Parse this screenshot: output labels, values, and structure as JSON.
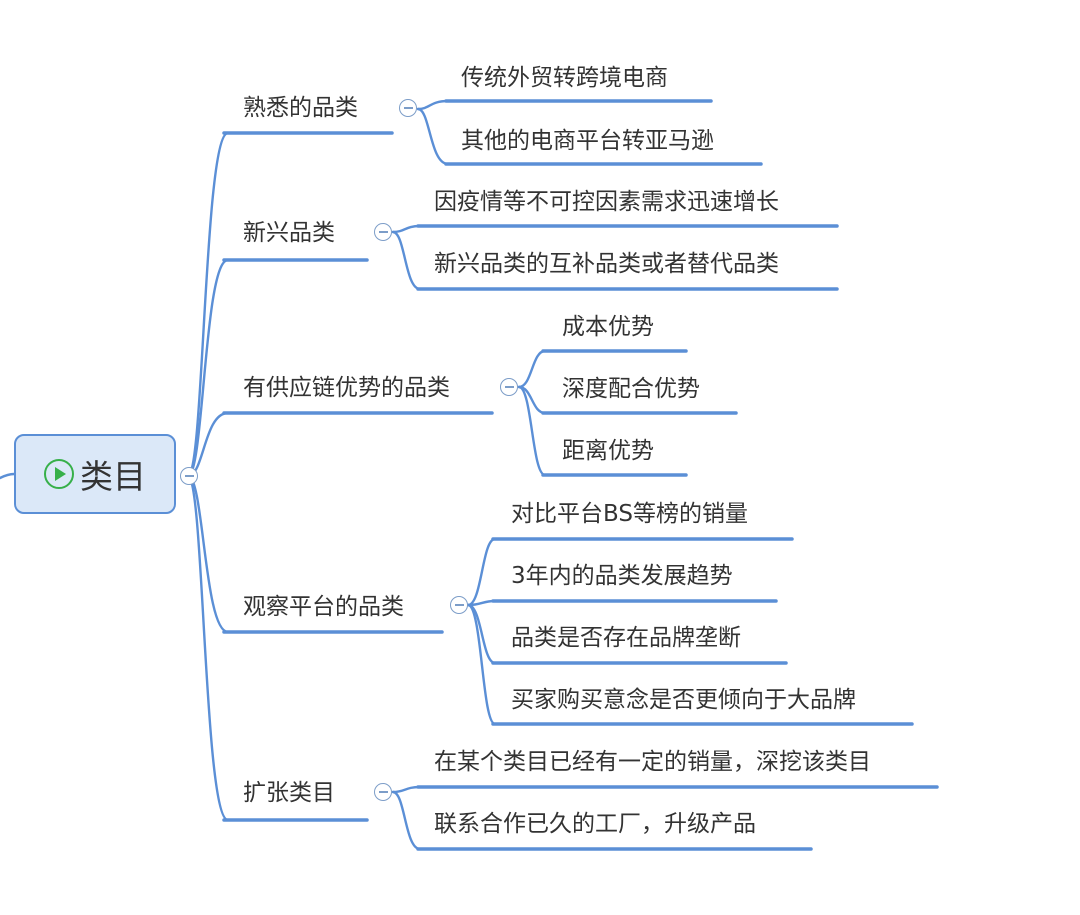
{
  "root": {
    "label": "类目",
    "icon": "play-circle-icon",
    "color": "#37b04a"
  },
  "branches": [
    {
      "label": "熟悉的品类",
      "children": [
        "传统外贸转跨境电商",
        "其他的电商平台转亚马逊"
      ]
    },
    {
      "label": "新兴品类",
      "children": [
        "因疫情等不可控因素需求迅速增长",
        "新兴品类的互补品类或者替代品类"
      ]
    },
    {
      "label": "有供应链优势的品类",
      "children": [
        "成本优势",
        "深度配合优势",
        "距离优势"
      ]
    },
    {
      "label": "观察平台的品类",
      "children": [
        "对比平台BS等榜的销量",
        "3年内的品类发展趋势",
        "品类是否存在品牌垄断",
        "买家购买意念是否更倾向于大品牌"
      ]
    },
    {
      "label": "扩张类目",
      "children": [
        "在某个类目已经有一定的销量，深挖该类目",
        "联系合作已久的工厂，升级产品"
      ]
    }
  ],
  "colors": {
    "line": "#5b8fd6",
    "root_fill": "#dbe8f8"
  }
}
